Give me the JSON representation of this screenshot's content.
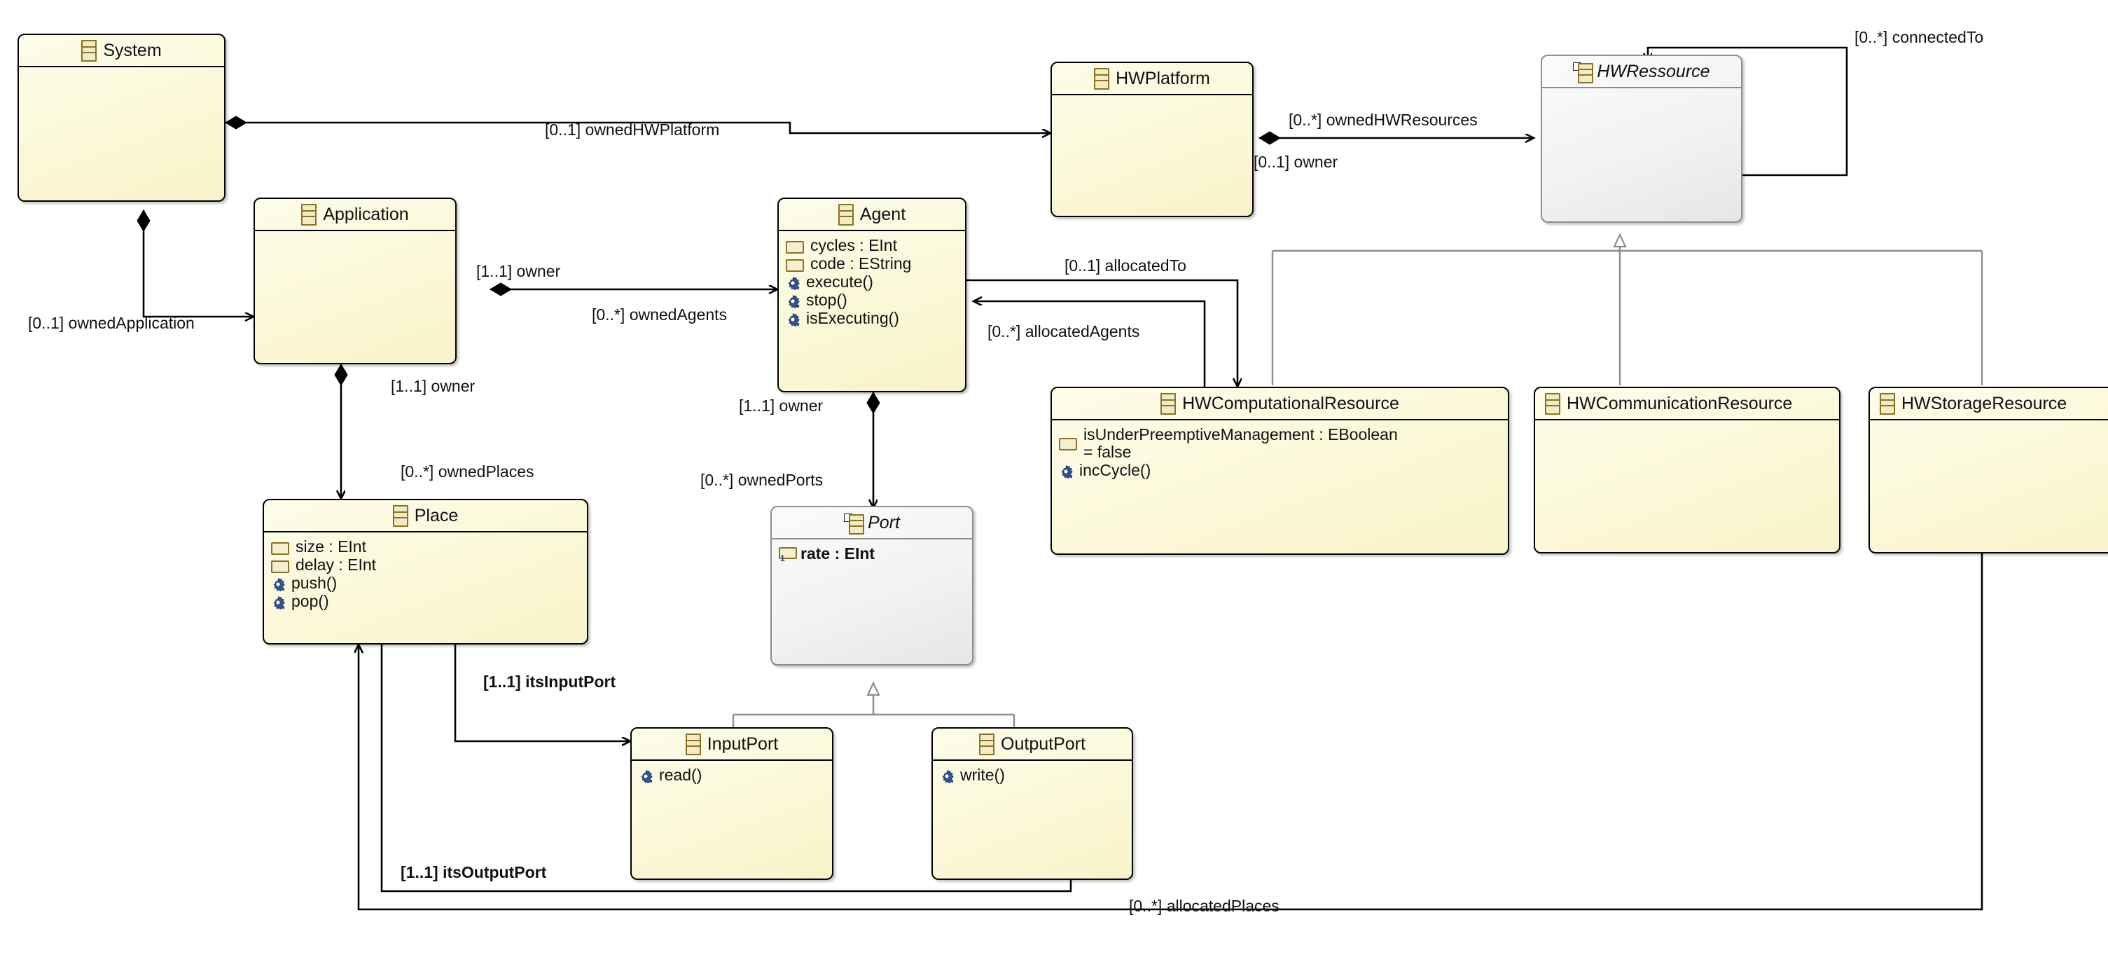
{
  "diagram": {
    "title": "UML class diagram",
    "colors": {
      "class_fill": "#fdfce8",
      "class_border": "#000000",
      "abstract_fill": "#f2f2f2",
      "abstract_border": "#8d8d8d",
      "icon_gold": "#8a7326",
      "icon_op_blue": "#33549c",
      "generalization_line": "#8d8d8d",
      "association_line": "#000000"
    },
    "classes": [
      {
        "id": "System",
        "name": "System",
        "abstract": false,
        "icon": "class-icon",
        "attributes": [],
        "operations": []
      },
      {
        "id": "Application",
        "name": "Application",
        "abstract": false,
        "icon": "class-icon",
        "attributes": [],
        "operations": []
      },
      {
        "id": "Agent",
        "name": "Agent",
        "abstract": false,
        "icon": "class-icon",
        "attributes": [
          "cycles : EInt",
          "code : EString"
        ],
        "operations": [
          "execute()",
          "stop()",
          "isExecuting()"
        ]
      },
      {
        "id": "Place",
        "name": "Place",
        "abstract": false,
        "icon": "class-icon",
        "attributes": [
          "size : EInt",
          "delay : EInt"
        ],
        "operations": [
          "push()",
          "pop()"
        ]
      },
      {
        "id": "Port",
        "name": "Port",
        "abstract": true,
        "icon": "abstract-class-icon",
        "attributes": [
          "rate : EInt"
        ],
        "operations": []
      },
      {
        "id": "InputPort",
        "name": "InputPort",
        "abstract": false,
        "icon": "class-icon",
        "attributes": [],
        "operations": [
          "read()"
        ]
      },
      {
        "id": "OutputPort",
        "name": "OutputPort",
        "abstract": false,
        "icon": "class-icon",
        "attributes": [],
        "operations": [
          "write()"
        ]
      },
      {
        "id": "HWPlatform",
        "name": "HWPlatform",
        "abstract": false,
        "icon": "class-icon",
        "attributes": [],
        "operations": []
      },
      {
        "id": "HWRessource",
        "name": "HWRessource",
        "abstract": true,
        "icon": "abstract-class-icon",
        "attributes": [],
        "operations": []
      },
      {
        "id": "HWComputationalResource",
        "name": "HWComputationalResource",
        "abstract": false,
        "icon": "class-icon",
        "attributes": [
          "isUnderPreemptiveManagement : EBoolean\n= false"
        ],
        "operations": [
          "incCycle()"
        ]
      },
      {
        "id": "HWCommunicationResource",
        "name": "HWCommunicationResource",
        "abstract": false,
        "icon": "class-icon",
        "attributes": [],
        "operations": []
      },
      {
        "id": "HWStorageResource",
        "name": "HWStorageResource",
        "abstract": false,
        "icon": "class-icon",
        "attributes": [],
        "operations": []
      }
    ],
    "edge_labels": {
      "owned_hw_platform": "[0..1] ownedHWPlatform",
      "owned_application": "[0..1] ownedApplication",
      "owned_agents": "[0..*] ownedAgents",
      "owner_application_agent": "[1..1] owner",
      "owner_application_place": "[1..1] owner",
      "owned_places": "[0..*] ownedPlaces",
      "owner_agent_port": "[1..1] owner",
      "owned_ports": "[0..*] ownedPorts",
      "owned_hw_resources": "[0..*] ownedHWResources",
      "owner_hw_platform": "[0..1] owner",
      "connected_to": "[0..*] connectedTo",
      "allocated_to": "[0..1] allocatedTo",
      "allocated_agents": "[0..*] allocatedAgents",
      "allocated_places": "[0..*] allocatedPlaces",
      "its_input_port": "[1..1] itsInputPort",
      "its_output_port": "[1..1] itsOutputPort"
    }
  }
}
